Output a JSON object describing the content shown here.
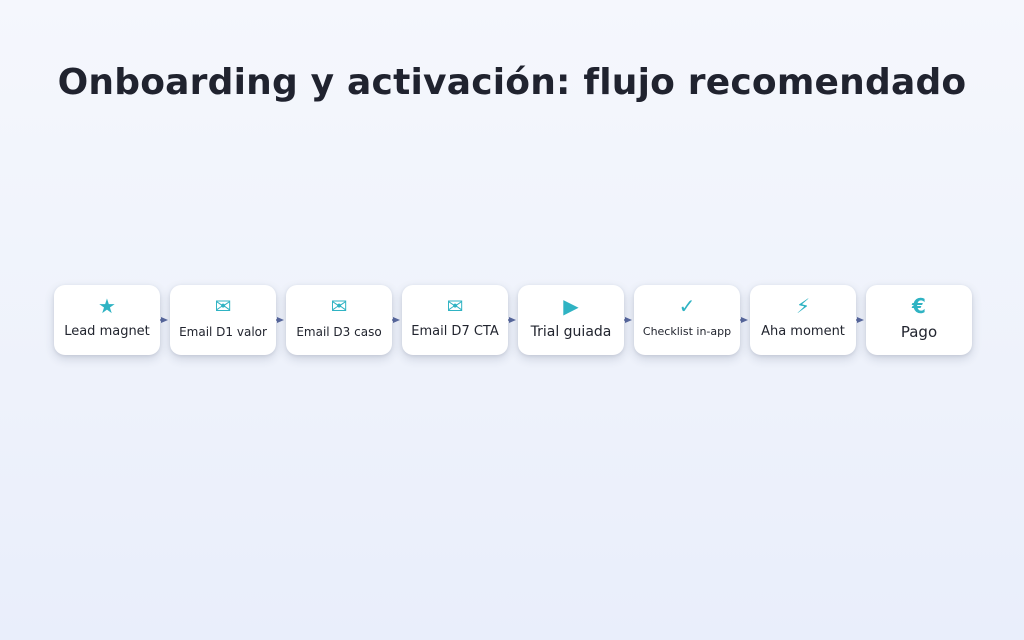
{
  "title": "Onboarding y activación: flujo recomendado",
  "colors": {
    "accent": "#2fb3c3",
    "connector": "#5a6aa0",
    "text": "#22252f"
  },
  "flow": {
    "steps": [
      {
        "label": "Lead magnet",
        "icon": "★",
        "icon_name": "star-icon"
      },
      {
        "label": "Email D1 valor",
        "icon": "✉",
        "icon_name": "envelope-icon"
      },
      {
        "label": "Email D3 caso",
        "icon": "✉",
        "icon_name": "envelope-icon"
      },
      {
        "label": "Email D7 CTA",
        "icon": "✉",
        "icon_name": "envelope-icon"
      },
      {
        "label": "Trial guiada",
        "icon": "▶",
        "icon_name": "play-icon"
      },
      {
        "label": "Checklist in-app",
        "icon": "✓",
        "icon_name": "checkmark-icon"
      },
      {
        "label": "Aha moment",
        "icon": "⚡",
        "icon_name": "lightning-icon"
      },
      {
        "label": "Pago",
        "icon": "€",
        "icon_name": "euro-icon"
      }
    ]
  }
}
